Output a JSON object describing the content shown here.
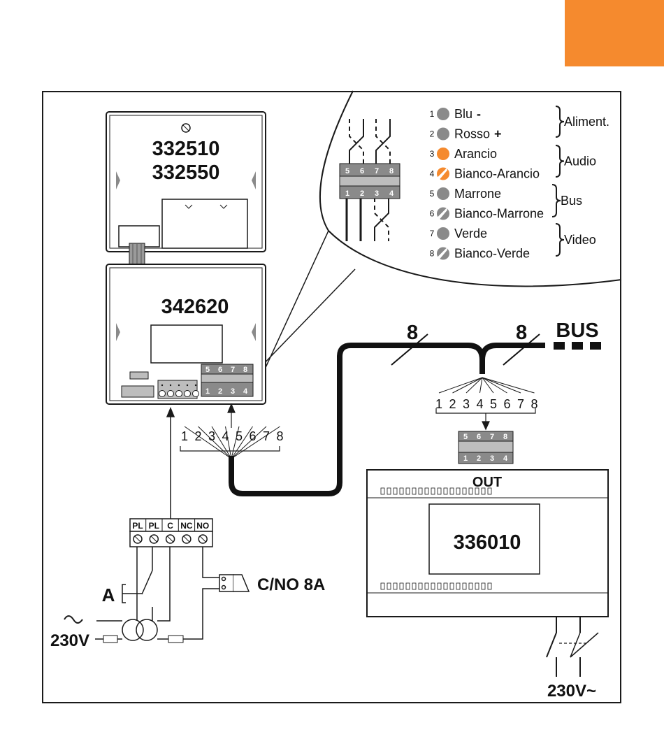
{
  "colors": {
    "accent": "#f58a2e",
    "wire_grey": "#8a8a8a",
    "orange": "#f58a2e"
  },
  "modules": {
    "top_model_1": "332510",
    "top_model_2": "332550",
    "middle_model": "342620",
    "power_unit": "336010",
    "power_unit_out": "OUT"
  },
  "bus": {
    "label": "BUS",
    "conductor_count_1": "8",
    "conductor_count_2": "8"
  },
  "connector": {
    "top_row": [
      "5",
      "6",
      "7",
      "8"
    ],
    "bottom_row": [
      "1",
      "2",
      "3",
      "4"
    ],
    "fan_numbers": [
      "1",
      "2",
      "3",
      "4",
      "5",
      "6",
      "7",
      "8"
    ]
  },
  "wires": [
    {
      "num": "1",
      "name": "Blu",
      "sign": "-",
      "color": "grey"
    },
    {
      "num": "2",
      "name": "Rosso",
      "sign": "+",
      "color": "grey"
    },
    {
      "num": "3",
      "name": "Arancio",
      "sign": "",
      "color": "orange"
    },
    {
      "num": "4",
      "name": "Bianco-Arancio",
      "sign": "",
      "color": "white-orange"
    },
    {
      "num": "5",
      "name": "Marrone",
      "sign": "",
      "color": "grey"
    },
    {
      "num": "6",
      "name": "Bianco-Marrone",
      "sign": "",
      "color": "white-grey"
    },
    {
      "num": "7",
      "name": "Verde",
      "sign": "",
      "color": "grey"
    },
    {
      "num": "8",
      "name": "Bianco-Verde",
      "sign": "",
      "color": "white-grey"
    }
  ],
  "groups": [
    "Aliment.",
    "Audio",
    "Bus",
    "Video"
  ],
  "terminals": [
    "PL",
    "PL",
    "C",
    "NC",
    "NO"
  ],
  "labels": {
    "button": "A",
    "relay": "C/NO 8A",
    "mains_left": "230V",
    "mains_right": "230V~",
    "tilde": "~"
  }
}
